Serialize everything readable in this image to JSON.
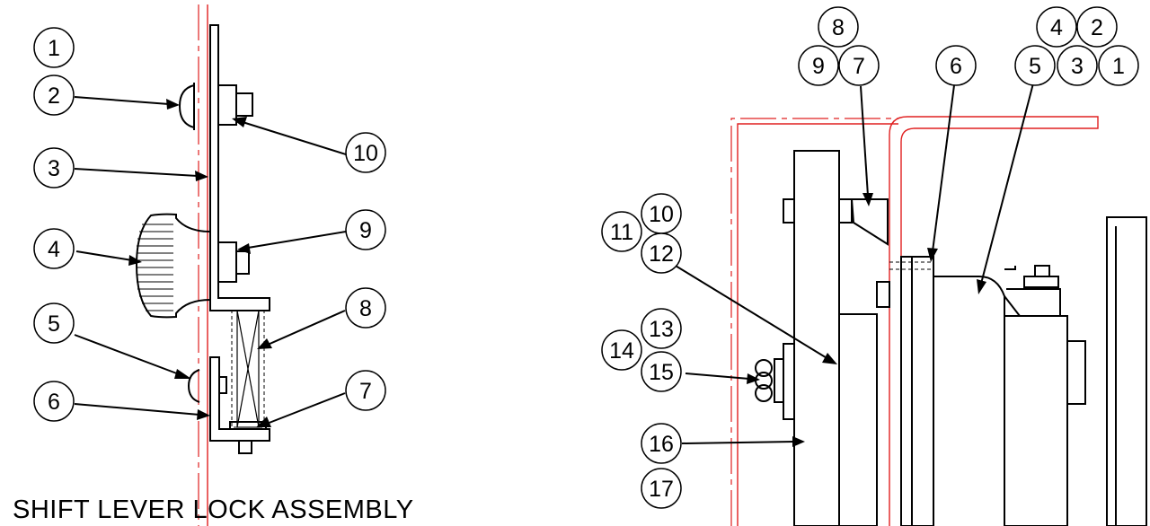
{
  "title": "SHIFT LEVER LOCK ASSEMBLY",
  "left_view": {
    "callouts": [
      "1",
      "2",
      "3",
      "4",
      "5",
      "6",
      "7",
      "8",
      "9",
      "10"
    ]
  },
  "right_view": {
    "callouts": [
      "8",
      "9",
      "7",
      "6",
      "4",
      "2",
      "5",
      "3",
      "1",
      "10",
      "11",
      "12",
      "13",
      "14",
      "15",
      "16",
      "17"
    ]
  },
  "colors": {
    "line": "#000000",
    "centerline": "#e02020",
    "background": "#ffffff"
  }
}
